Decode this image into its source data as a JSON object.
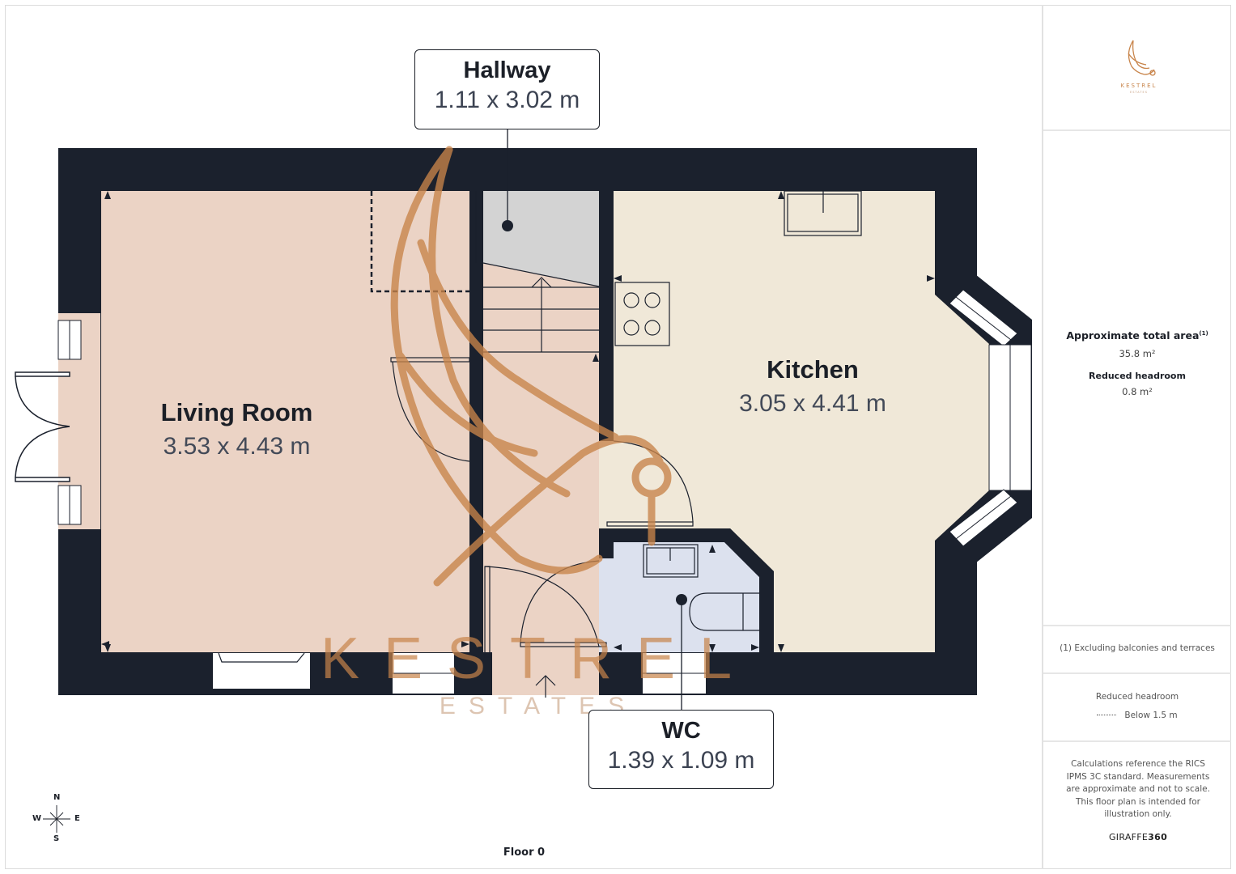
{
  "floor_plan": {
    "floor_label": "Floor 0",
    "rooms": [
      {
        "name": "Living Room",
        "dimensions": "3.53 x 4.43 m",
        "color": "#ebd3c5"
      },
      {
        "name": "Hallway",
        "dimensions": "1.11 x 3.02 m",
        "color": "#ebd3c5"
      },
      {
        "name": "Kitchen",
        "dimensions": "3.05 x 4.41 m",
        "color": "#f0e8d8"
      },
      {
        "name": "WC",
        "dimensions": "1.39 x 1.09 m",
        "color": "#dce1ee"
      }
    ],
    "compass": {
      "n": "N",
      "s": "S",
      "e": "E",
      "w": "W"
    },
    "colors": {
      "wall": "#1b212d",
      "under_stairs": "#d3d3d3",
      "watermark": "#c8844a"
    }
  },
  "watermark": {
    "title": "KESTREL",
    "subtitle": "ESTATES"
  },
  "sidebar": {
    "logo": {
      "title": "KESTREL",
      "subtitle": "ESTATES"
    },
    "total_area_label": "Approximate total area",
    "total_area_footnote": "(1)",
    "total_area_value": "35.8 m²",
    "reduced_headroom_label": "Reduced headroom",
    "reduced_headroom_value": "0.8 m²",
    "footnote": "(1) Excluding balconies and terraces",
    "legend_title": "Reduced headroom",
    "legend_item": "Below 1.5 m",
    "disclaimer": "Calculations reference the RICS IPMS 3C standard. Measurements are approximate and not to scale. This floor plan is intended for illustration only.",
    "brand_prefix": "GIRAFFE",
    "brand_suffix": "360"
  }
}
